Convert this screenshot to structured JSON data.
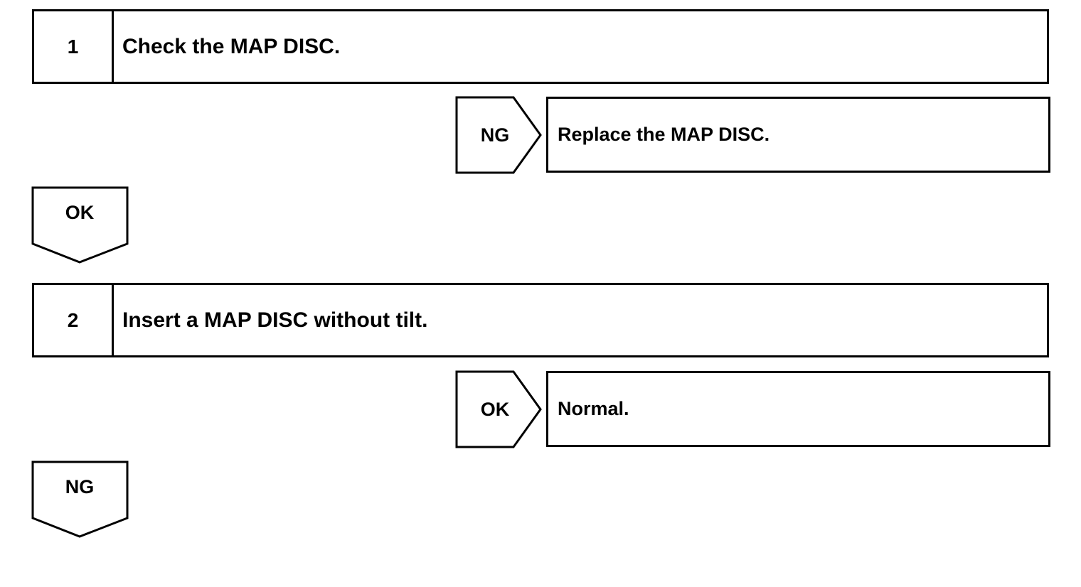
{
  "steps": [
    {
      "number": "1",
      "text": "Check the MAP DISC.",
      "branch_label": "NG",
      "branch_result": "Replace the MAP DISC.",
      "continue_label": "OK"
    },
    {
      "number": "2",
      "text": "Insert a MAP DISC without tilt.",
      "branch_label": "OK",
      "branch_result": "Normal.",
      "continue_label": "NG"
    }
  ]
}
